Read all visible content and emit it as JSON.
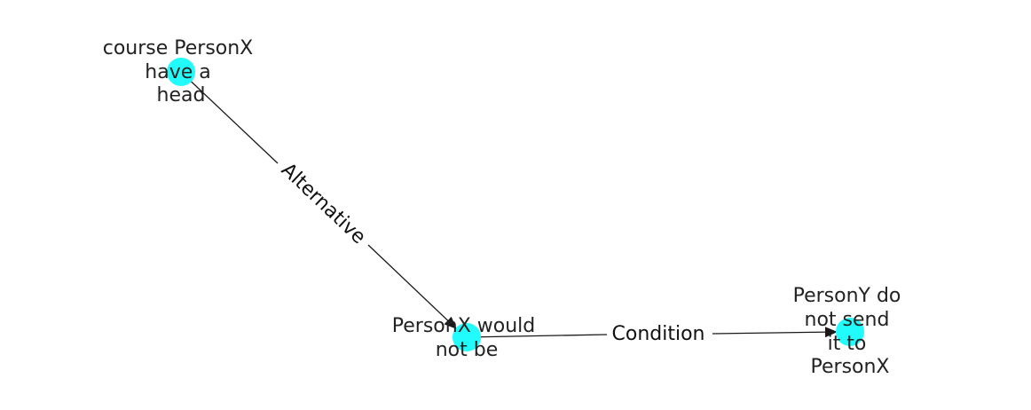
{
  "colors": {
    "node_fill": "#22fbfb",
    "edge_stroke": "#1a1a1a",
    "label_text": "#222222",
    "background": "#ffffff"
  },
  "nodes": [
    {
      "id": "n1",
      "label_lines": [
        "course PersonX",
        "have a",
        "head"
      ]
    },
    {
      "id": "n2",
      "label_lines": [
        "PersonX would",
        "not be"
      ]
    },
    {
      "id": "n3",
      "label_lines": [
        "PersonY do",
        "not send",
        "it to",
        "PersonX"
      ]
    }
  ],
  "edges": [
    {
      "from": "n1",
      "to": "n2",
      "label": "Alternative"
    },
    {
      "from": "n2",
      "to": "n3",
      "label": "Condition"
    }
  ]
}
